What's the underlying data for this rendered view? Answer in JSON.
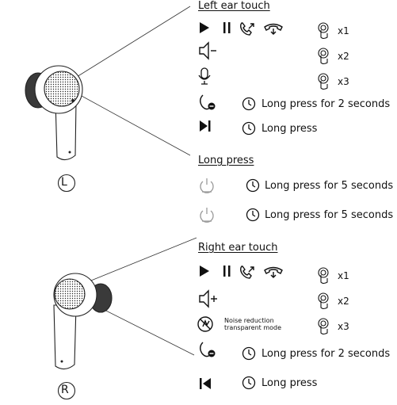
{
  "left_section": {
    "title": "Left ear touch",
    "tap_counts": [
      "x1",
      "x2",
      "x3"
    ],
    "long_press_2s": "Long press for 2 seconds",
    "long_press": "Long press",
    "side_label": "L"
  },
  "long_press_section": {
    "title": "Long press",
    "power_on": "Long press for 5 seconds",
    "power_off": "Long press for 5 seconds"
  },
  "right_section": {
    "title": "Right ear touch",
    "tap_counts": [
      "x1",
      "x2",
      "x3"
    ],
    "noise_line1": "Noise reduction",
    "noise_line2": "transparent mode",
    "long_press_2s": "Long press for 2 seconds",
    "long_press": "Long press",
    "side_label": "R"
  },
  "colors": {
    "ink": "#111111",
    "grey_icon": "#9a9a9a",
    "earbud_dark": "#3a3a3a"
  }
}
